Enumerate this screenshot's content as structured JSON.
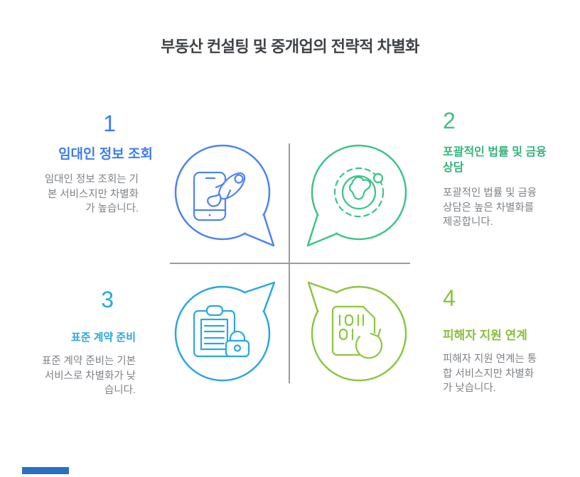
{
  "title": "부동산 컨설팅 및 중개업의 전략적 차별화",
  "palette": {
    "title_color": "#3f4347",
    "body_text_color": "#7e8287",
    "divider_color": "#9c9c9c",
    "footer_bar_color": "#2b70c0",
    "q1_blue": "#3e7df0",
    "q2_green": "#35b47b",
    "q3_cyan": "#29a8e0",
    "q4_lime": "#8bc540"
  },
  "quadrants": [
    {
      "number": "1",
      "heading": "임대인 정보 조회",
      "body": "임대인 정보 조회는 기\n본 서비스지만 차별화\n가 높습니다.",
      "icon": "smartphone-rocket-icon",
      "accent": "#3e7df0"
    },
    {
      "number": "2",
      "heading": "포괄적인 법률 및 금융\n상담",
      "body": "포괄적인 법률 및 금융\n상담은 높은 차별화를\n제공합니다.",
      "icon": "globe-orbit-icon",
      "accent": "#35b47b"
    },
    {
      "number": "3",
      "heading": "표준 계약 준비",
      "body": "표준 계약 준비는 기본\n서비스로 차별화가 낮\n습니다.",
      "icon": "clipboard-lock-icon",
      "accent": "#29a8e0"
    },
    {
      "number": "4",
      "heading": "피해자 지원 연계",
      "body": "피해자 지원 연계는 통\n합 서비스지만 차별화\n가 낮습니다.",
      "icon": "binary-document-refresh-icon",
      "accent": "#8bc540"
    }
  ]
}
